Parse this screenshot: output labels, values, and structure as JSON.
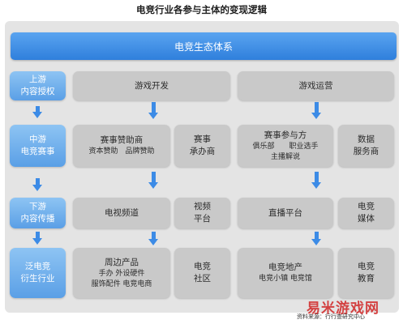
{
  "title": "电竞行业各参与主体的变现逻辑",
  "banner": "电竞生态体系",
  "stages": [
    {
      "line1": "上游",
      "line2": "内容授权"
    },
    {
      "line1": "中游",
      "line2": "电竞赛事"
    },
    {
      "line1": "下游",
      "line2": "内容传播"
    },
    {
      "line1": "泛电竞",
      "line2": "衍生行业"
    }
  ],
  "headers": {
    "dev": "游戏开发",
    "ops": "游戏运营"
  },
  "mid": {
    "sponsor": {
      "main": "赛事赞助商",
      "sub": "资本赞助　品牌赞助"
    },
    "organizer": {
      "line1": "赛事",
      "line2": "承办商"
    },
    "participant": {
      "main": "赛事参与方",
      "sub1": "俱乐部　　职业选手",
      "sub2": "主播解说"
    },
    "data": {
      "line1": "数据",
      "line2": "服务商"
    }
  },
  "down": {
    "tv": "电视频道",
    "video": {
      "line1": "视频",
      "line2": "平台"
    },
    "live": "直播平台",
    "media": {
      "line1": "电竞",
      "line2": "媒体"
    }
  },
  "derived": {
    "merch": {
      "main": "周边产品",
      "sub1": "手办 外设硬件",
      "sub2": "服饰配件 电竞电商"
    },
    "community": {
      "line1": "电竞",
      "line2": "社区"
    },
    "realestate": {
      "main": "电竞地产",
      "sub": "电竞小镇 电竞馆"
    },
    "education": {
      "line1": "电竞",
      "line2": "教育"
    }
  },
  "source": "资料来源：行行查研究中心",
  "watermark": "易米游戏网",
  "colors": {
    "accent": "#3c8be6",
    "banner": "#2f7fdc",
    "box": "#c9c9c9",
    "watermark": "#d23030"
  }
}
